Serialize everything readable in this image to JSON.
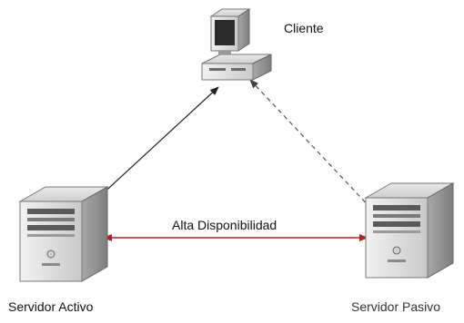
{
  "nodes": {
    "client": {
      "label": "Cliente",
      "icon": "desktop-computer-icon"
    },
    "active_server": {
      "label": "Servidor Activo",
      "icon": "server-tower-icon"
    },
    "passive_server": {
      "label": "Servidor Pasivo",
      "icon": "server-tower-icon"
    }
  },
  "links": {
    "ha": {
      "label": "Alta Disponibilidad",
      "color": "#b22222",
      "style": "solid"
    },
    "client_active": {
      "color": "#222222",
      "style": "solid"
    },
    "client_passive": {
      "color": "#555555",
      "style": "dashed"
    }
  },
  "colors": {
    "device_light": "#e4e4e4",
    "device_mid": "#bdbdbd",
    "device_dark": "#8a8a8a",
    "screen": "#2b2b2b"
  }
}
